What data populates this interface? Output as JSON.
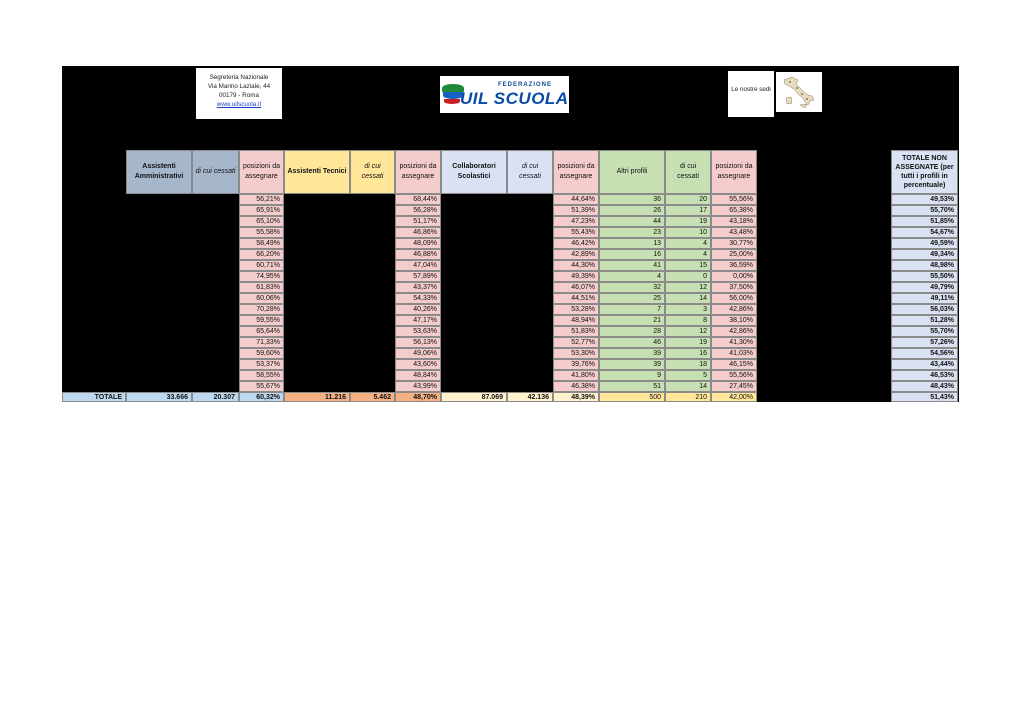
{
  "header": {
    "address_lines": [
      "Segreteria Nazionale",
      "Via Marino Laziale, 44",
      "00179 - Roma"
    ],
    "website": "www.uilscuola.it",
    "logo_top": "FEDERAZIONE",
    "logo_main": "UIL SCUOLA RUA",
    "sedi_label": "Le nostre sedi"
  },
  "columns": {
    "ata_amm": "Assistenti Amministrativi",
    "di_cui_cessati": "di cui cessati",
    "posizioni": "posizioni da assegnare",
    "ass_tecnici": "Assistenti Tecnici",
    "collaboratori": "Collaboratori Scolastici",
    "altri": "Altri profili",
    "totale_non": "TOTALE NON ASSEGNATE (per tutti i profili in percentuale)"
  },
  "rows": [
    {
      "p1": "56,21%",
      "p2": "68,44%",
      "p3": "44,64%",
      "a": "36",
      "c": "20",
      "p4": "55,56%",
      "t": "49,53%"
    },
    {
      "p1": "65,91%",
      "p2": "56,28%",
      "p3": "51,39%",
      "a": "26",
      "c": "17",
      "p4": "65,38%",
      "t": "55,70%"
    },
    {
      "p1": "65,10%",
      "p2": "51,17%",
      "p3": "47,23%",
      "a": "44",
      "c": "19",
      "p4": "43,18%",
      "t": "51,85%"
    },
    {
      "p1": "55,58%",
      "p2": "46,86%",
      "p3": "55,43%",
      "a": "23",
      "c": "10",
      "p4": "43,48%",
      "t": "54,67%"
    },
    {
      "p1": "58,49%",
      "p2": "48,09%",
      "p3": "46,42%",
      "a": "13",
      "c": "4",
      "p4": "30,77%",
      "t": "49,59%"
    },
    {
      "p1": "66,20%",
      "p2": "46,88%",
      "p3": "42,89%",
      "a": "16",
      "c": "4",
      "p4": "25,00%",
      "t": "49,34%"
    },
    {
      "p1": "60,71%",
      "p2": "47,04%",
      "p3": "44,30%",
      "a": "41",
      "c": "15",
      "p4": "36,59%",
      "t": "48,98%"
    },
    {
      "p1": "74,95%",
      "p2": "57,89%",
      "p3": "49,39%",
      "a": "4",
      "c": "0",
      "p4": "0,00%",
      "t": "55,50%"
    },
    {
      "p1": "61,83%",
      "p2": "43,37%",
      "p3": "46,07%",
      "a": "32",
      "c": "12",
      "p4": "37,50%",
      "t": "49,79%"
    },
    {
      "p1": "60,06%",
      "p2": "54,33%",
      "p3": "44,51%",
      "a": "25",
      "c": "14",
      "p4": "56,00%",
      "t": "49,11%"
    },
    {
      "p1": "70,28%",
      "p2": "40,26%",
      "p3": "53,28%",
      "a": "7",
      "c": "3",
      "p4": "42,86%",
      "t": "56,03%"
    },
    {
      "p1": "59,55%",
      "p2": "47,17%",
      "p3": "48,94%",
      "a": "21",
      "c": "8",
      "p4": "38,10%",
      "t": "51,28%"
    },
    {
      "p1": "65,64%",
      "p2": "53,63%",
      "p3": "51,83%",
      "a": "28",
      "c": "12",
      "p4": "42,86%",
      "t": "55,70%"
    },
    {
      "p1": "71,33%",
      "p2": "56,13%",
      "p3": "52,77%",
      "a": "46",
      "c": "19",
      "p4": "41,30%",
      "t": "57,26%"
    },
    {
      "p1": "59,60%",
      "p2": "49,06%",
      "p3": "53,30%",
      "a": "39",
      "c": "16",
      "p4": "41,03%",
      "t": "54,56%"
    },
    {
      "p1": "53,37%",
      "p2": "43,60%",
      "p3": "39,76%",
      "a": "39",
      "c": "18",
      "p4": "46,15%",
      "t": "43,44%"
    },
    {
      "p1": "58,55%",
      "p2": "48,84%",
      "p3": "41,80%",
      "a": "9",
      "c": "5",
      "p4": "55,56%",
      "t": "46,53%"
    },
    {
      "p1": "55,67%",
      "p2": "43,99%",
      "p3": "46,38%",
      "a": "51",
      "c": "14",
      "p4": "27,45%",
      "t": "48,43%"
    }
  ],
  "totals": {
    "label": "TOTALE",
    "amm": "33.666",
    "amm_cess": "20.307",
    "p1": "60,32%",
    "tec": "11.216",
    "tec_cess": "5.462",
    "p2": "48,70%",
    "col": "87.069",
    "col_cess": "42.136",
    "p3": "48,39%",
    "altri": "500",
    "altri_cess": "210",
    "p4": "42,00%",
    "tot": "51,43%"
  },
  "colors": {
    "blue_header": "#a7b7cb",
    "pink": "#f4cccc",
    "yellow": "#ffe699",
    "green": "#c6e0b4",
    "lavender": "#d9e1f2",
    "total_blue": "#bdd7ee",
    "orange": "#f4b183",
    "cream": "#fff2cc"
  }
}
